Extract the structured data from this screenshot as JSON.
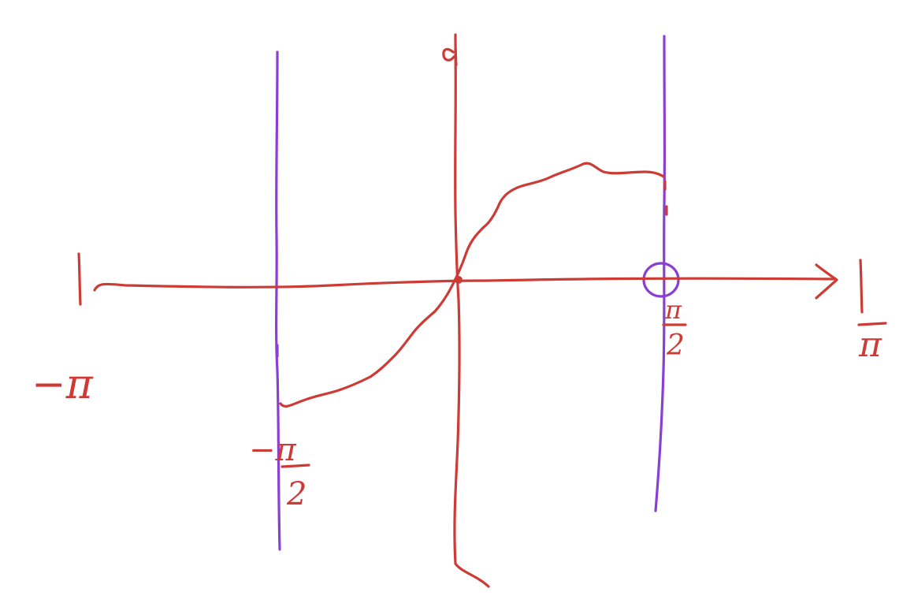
{
  "colors": {
    "red_ink": "#cc3b35",
    "purple_ink": "#8a3fd3",
    "background": "#ffffff"
  },
  "labels": {
    "x_left": "−π",
    "x_right": "π",
    "neg_half_pi_num": "−π",
    "neg_half_pi_den": "2",
    "pos_half_pi_num": "π",
    "pos_half_pi_den": "2",
    "y_axis_mark": "d"
  }
}
